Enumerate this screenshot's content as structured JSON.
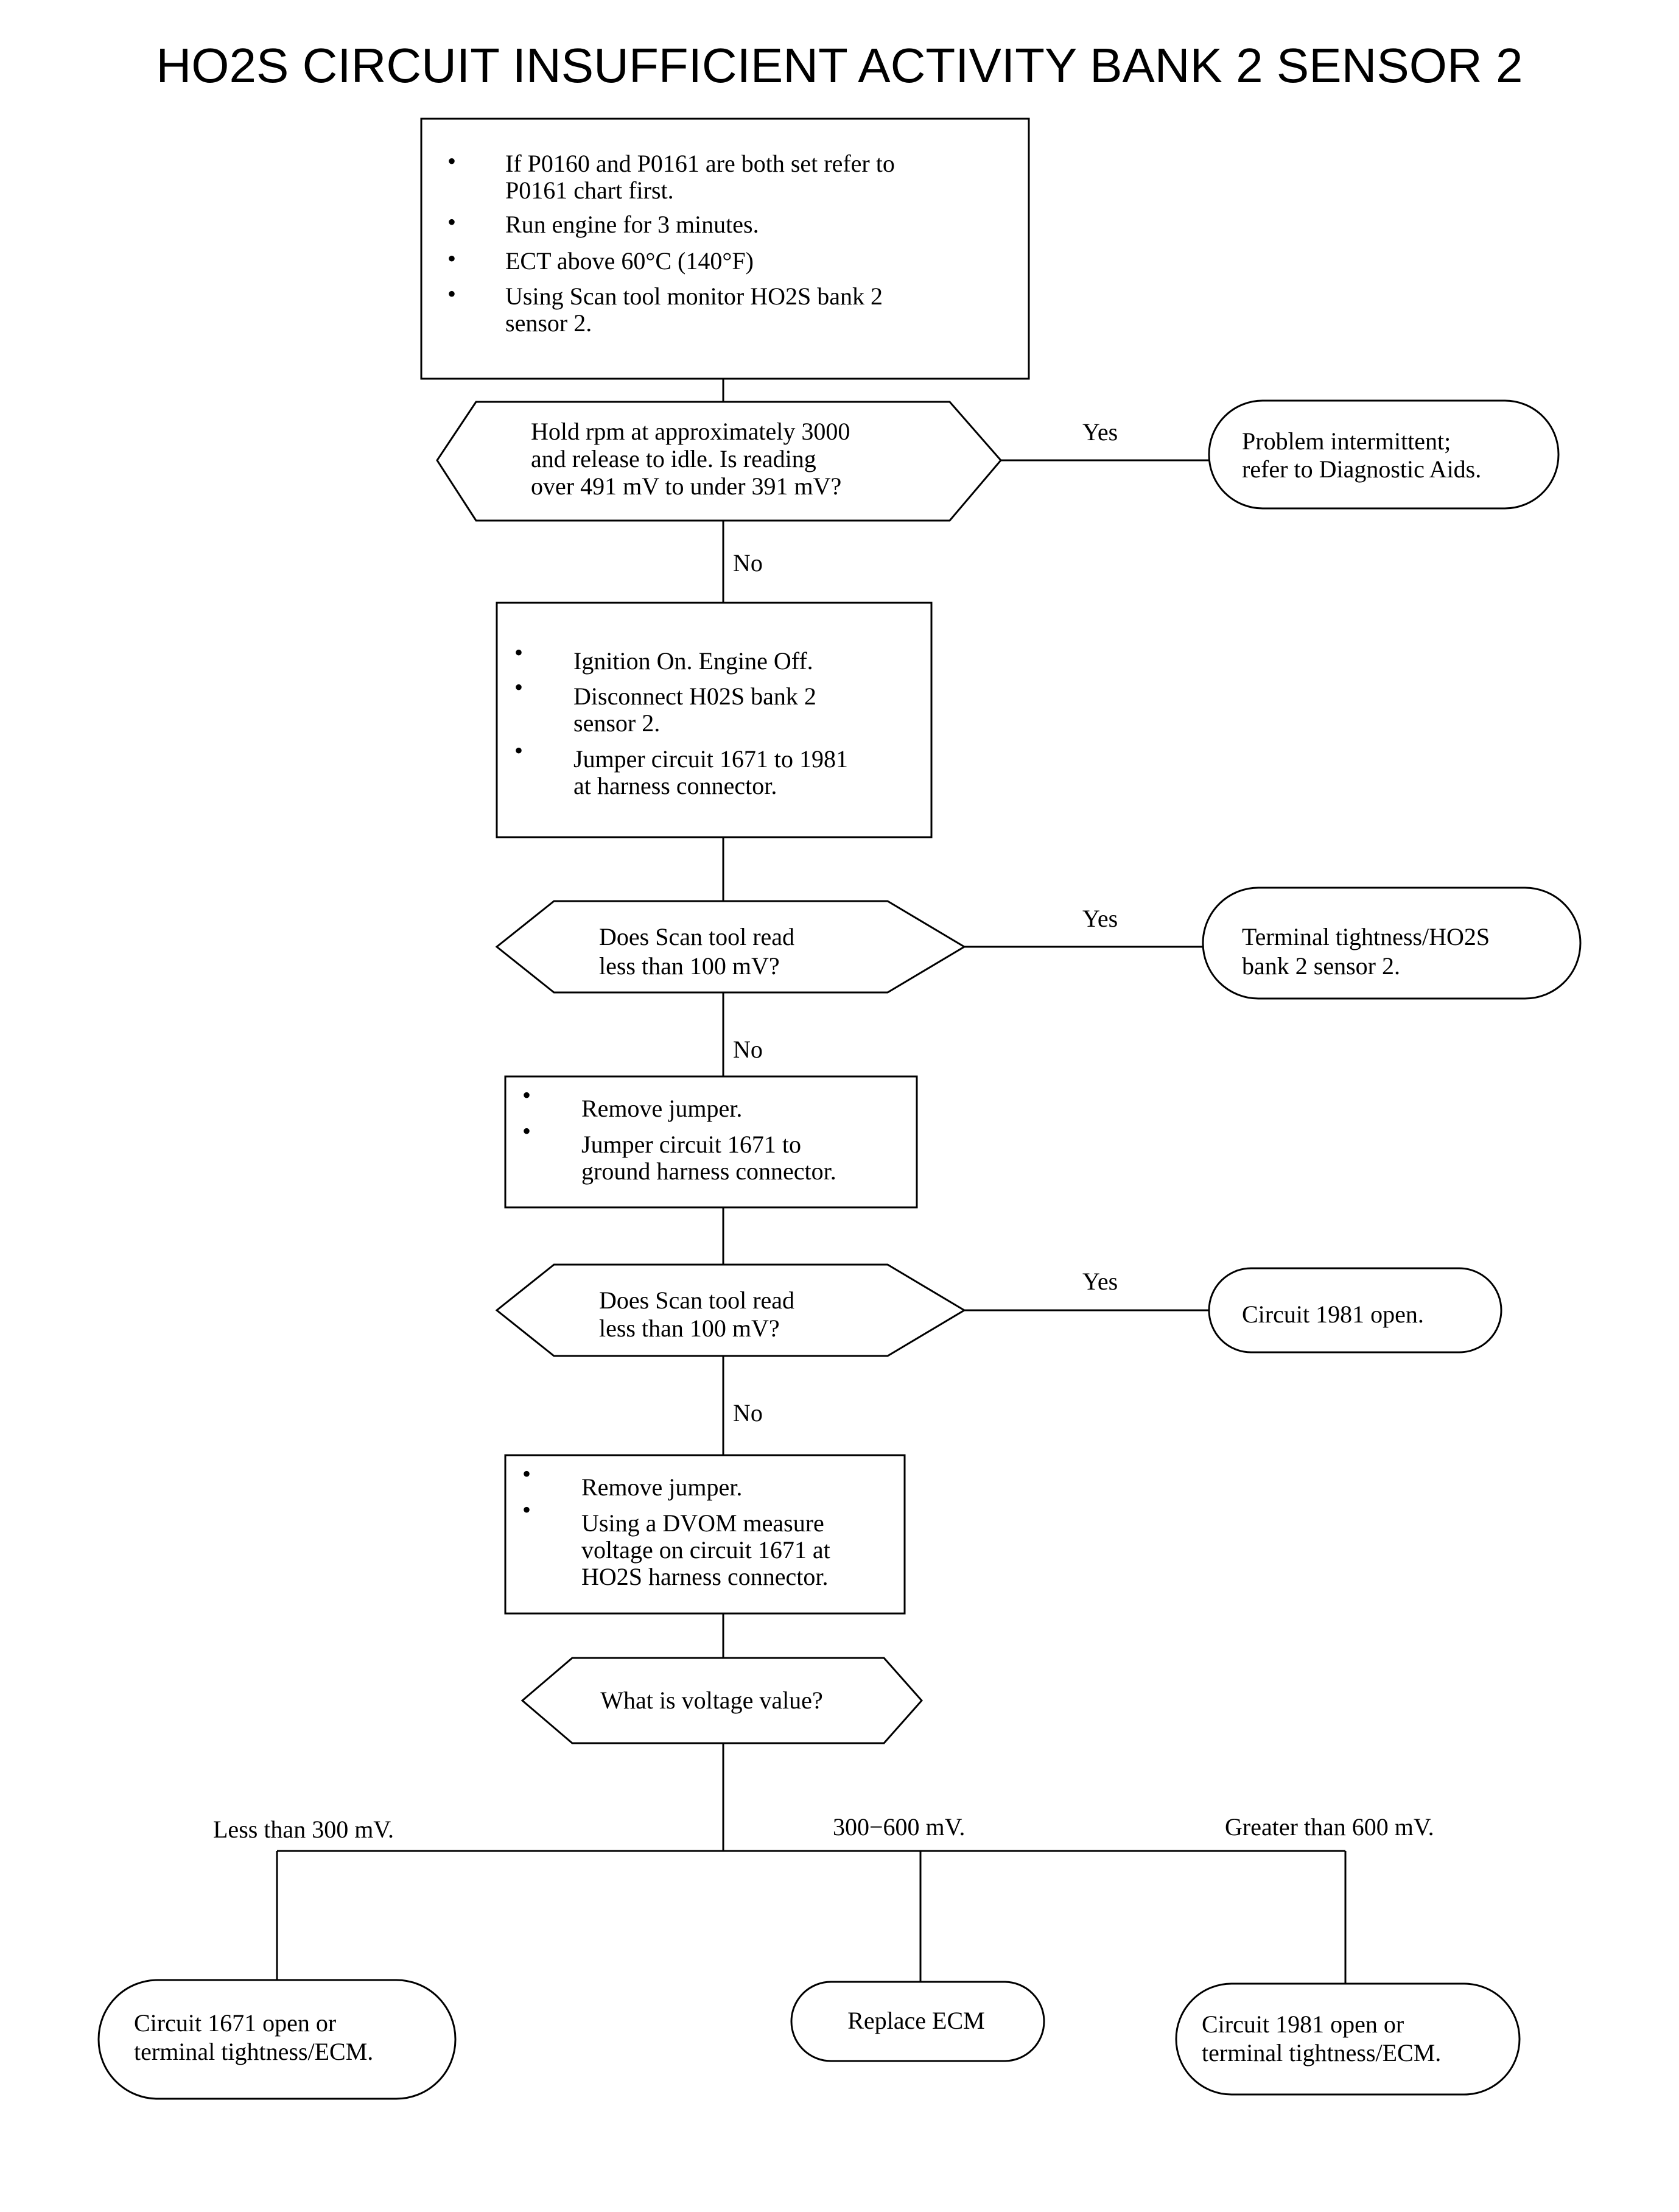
{
  "title": "HO2S CIRCUIT INSUFFICIENT ACTIVITY BANK 2 SENSOR 2",
  "steps": {
    "start": [
      "If P0160 and P0161 are both set refer to P0161 chart first.",
      "Run engine for 3 minutes.",
      "ECT above 60°C (140°F)",
      "Using Scan tool monitor HO2S bank 2 sensor 2."
    ],
    "ignition": [
      "Ignition On. Engine Off.",
      "Disconnect H02S bank 2 sensor 2.",
      "Jumper circuit 1671 to 1981 at harness connector."
    ],
    "remove1": [
      "Remove jumper.",
      "Jumper circuit 1671 to ground harness connector."
    ],
    "remove2": [
      "Remove jumper.",
      "Using a DVOM measure voltage on circuit 1671 at HO2S harness connector."
    ]
  },
  "decisions": {
    "rpm": "Hold rpm at approximately 3000 and release to idle. Is reading over 491 mV to under 391 mV?",
    "scan1": "Does Scan tool read less than 100 mV?",
    "scan2": "Does Scan tool read less than 100 mV?",
    "voltage": "What is voltage value?"
  },
  "terminals": {
    "intermittent": "Problem intermittent; refer to Diagnostic Aids.",
    "tightness": "Terminal tightness/HO2S bank 2 sensor 2.",
    "open1981": "Circuit 1981 open.",
    "c1671": "Circuit 1671 open or terminal tightness/ECM.",
    "ecm": "Replace ECM",
    "c1981": "Circuit 1981 open or terminal tightness/ECM."
  },
  "labels": {
    "yes": "Yes",
    "no": "No",
    "less300": "Less than 300 mV.",
    "mid": "300−600 mV.",
    "greater600": "Greater than 600 mV."
  }
}
